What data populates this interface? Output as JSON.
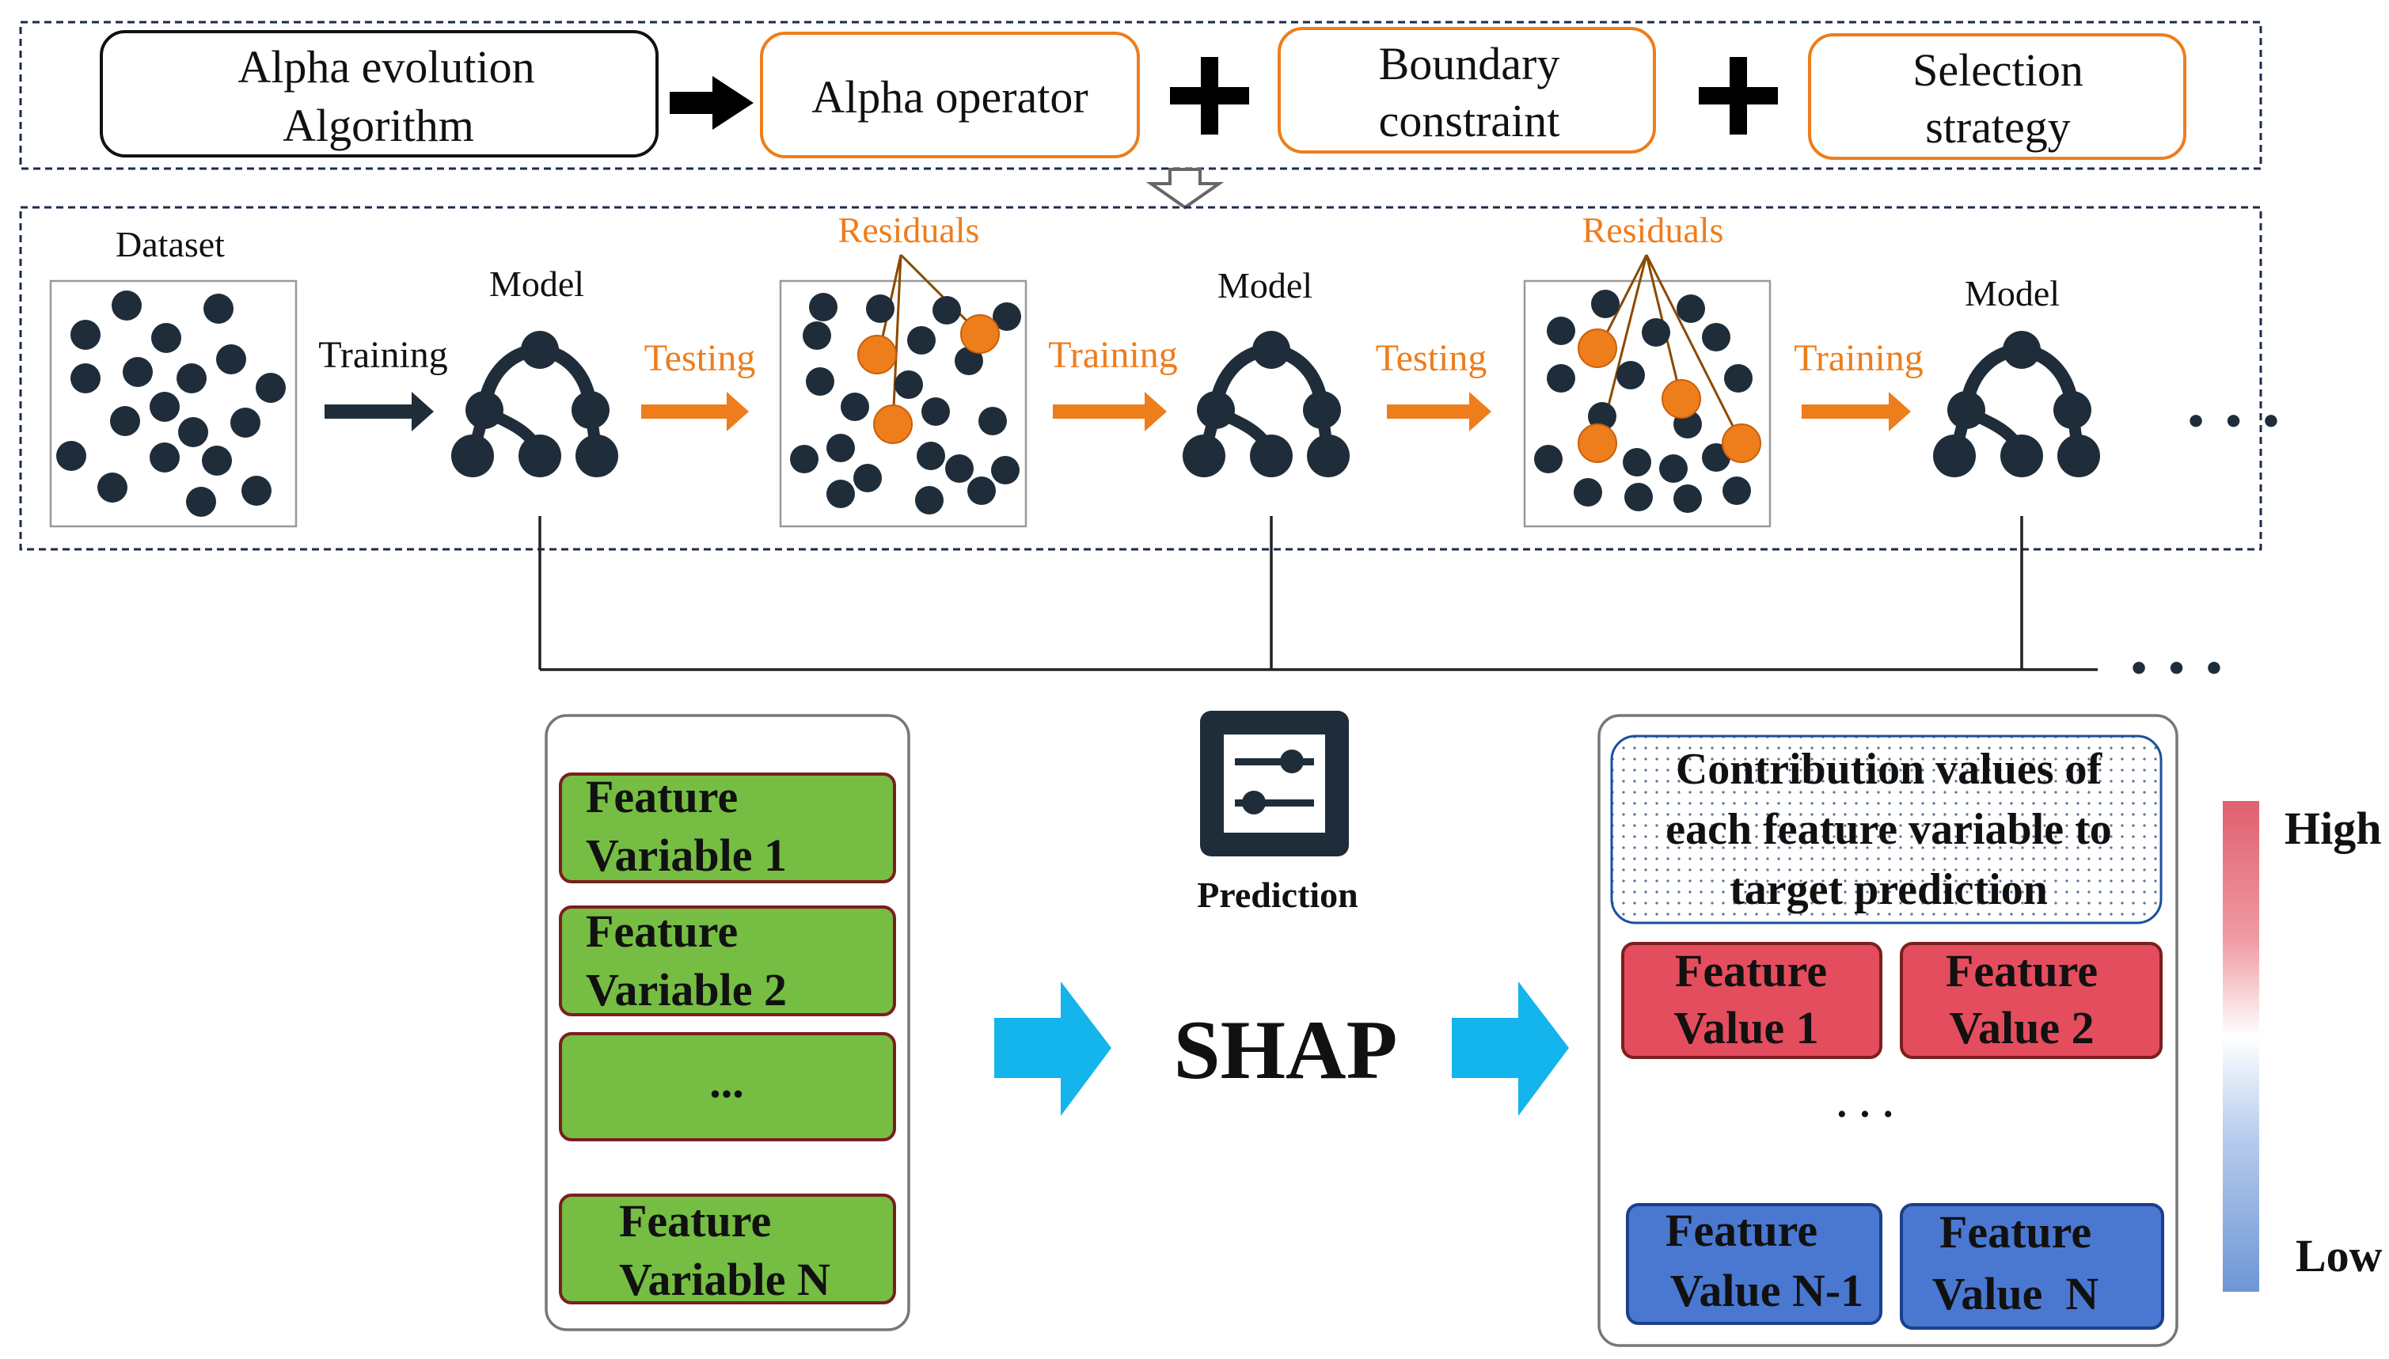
{
  "top_pipeline": {
    "algorithm_label_line1": "Alpha evolution",
    "algorithm_label_line2": "Algorithm",
    "operator_label": "Alpha operator",
    "boundary_label_line1": "Boundary",
    "boundary_label_line2": "constraint",
    "selection_label_line1": "Selection",
    "selection_label_line2": "strategy"
  },
  "boosting_flow": {
    "dataset_label": "Dataset",
    "model_label": "Model",
    "training_label": "Training",
    "testing_label": "Testing",
    "residuals_label": "Residuals",
    "ellipsis": "• • •"
  },
  "features": {
    "items": [
      {
        "line1": "Feature",
        "line2": "Variable 1"
      },
      {
        "line1": "Feature",
        "line2": "Variable 2"
      },
      {
        "line1": "...",
        "line2": ""
      },
      {
        "line1": "Feature",
        "line2": "Variable N"
      }
    ]
  },
  "prediction": {
    "label": "Prediction",
    "method": "SHAP"
  },
  "contributions": {
    "header_line1": "Contribution values of",
    "header_line2": "each feature variable to",
    "header_line3": "target prediction",
    "ellipsis": "· · ·",
    "values": [
      {
        "line1": "Feature",
        "line2": "Value 1"
      },
      {
        "line1": "Feature",
        "line2": "Value 2"
      },
      {
        "line1": "Feature",
        "line2": "Value N-1"
      },
      {
        "line1": "Feature",
        "line2": "Value  N"
      }
    ]
  },
  "colorbar": {
    "high_label": "High",
    "low_label": "Low"
  },
  "colors": {
    "dark_node": "#1f2d3a",
    "accent_orange": "#ee7d1c",
    "feature_green": "#76bd43",
    "feature_border": "#7a1f1f",
    "value_red": "#e44d5d",
    "value_blue": "#4a78d1",
    "shap_arrow": "#14b4ec",
    "dashed_border": "#1a2b4c"
  }
}
